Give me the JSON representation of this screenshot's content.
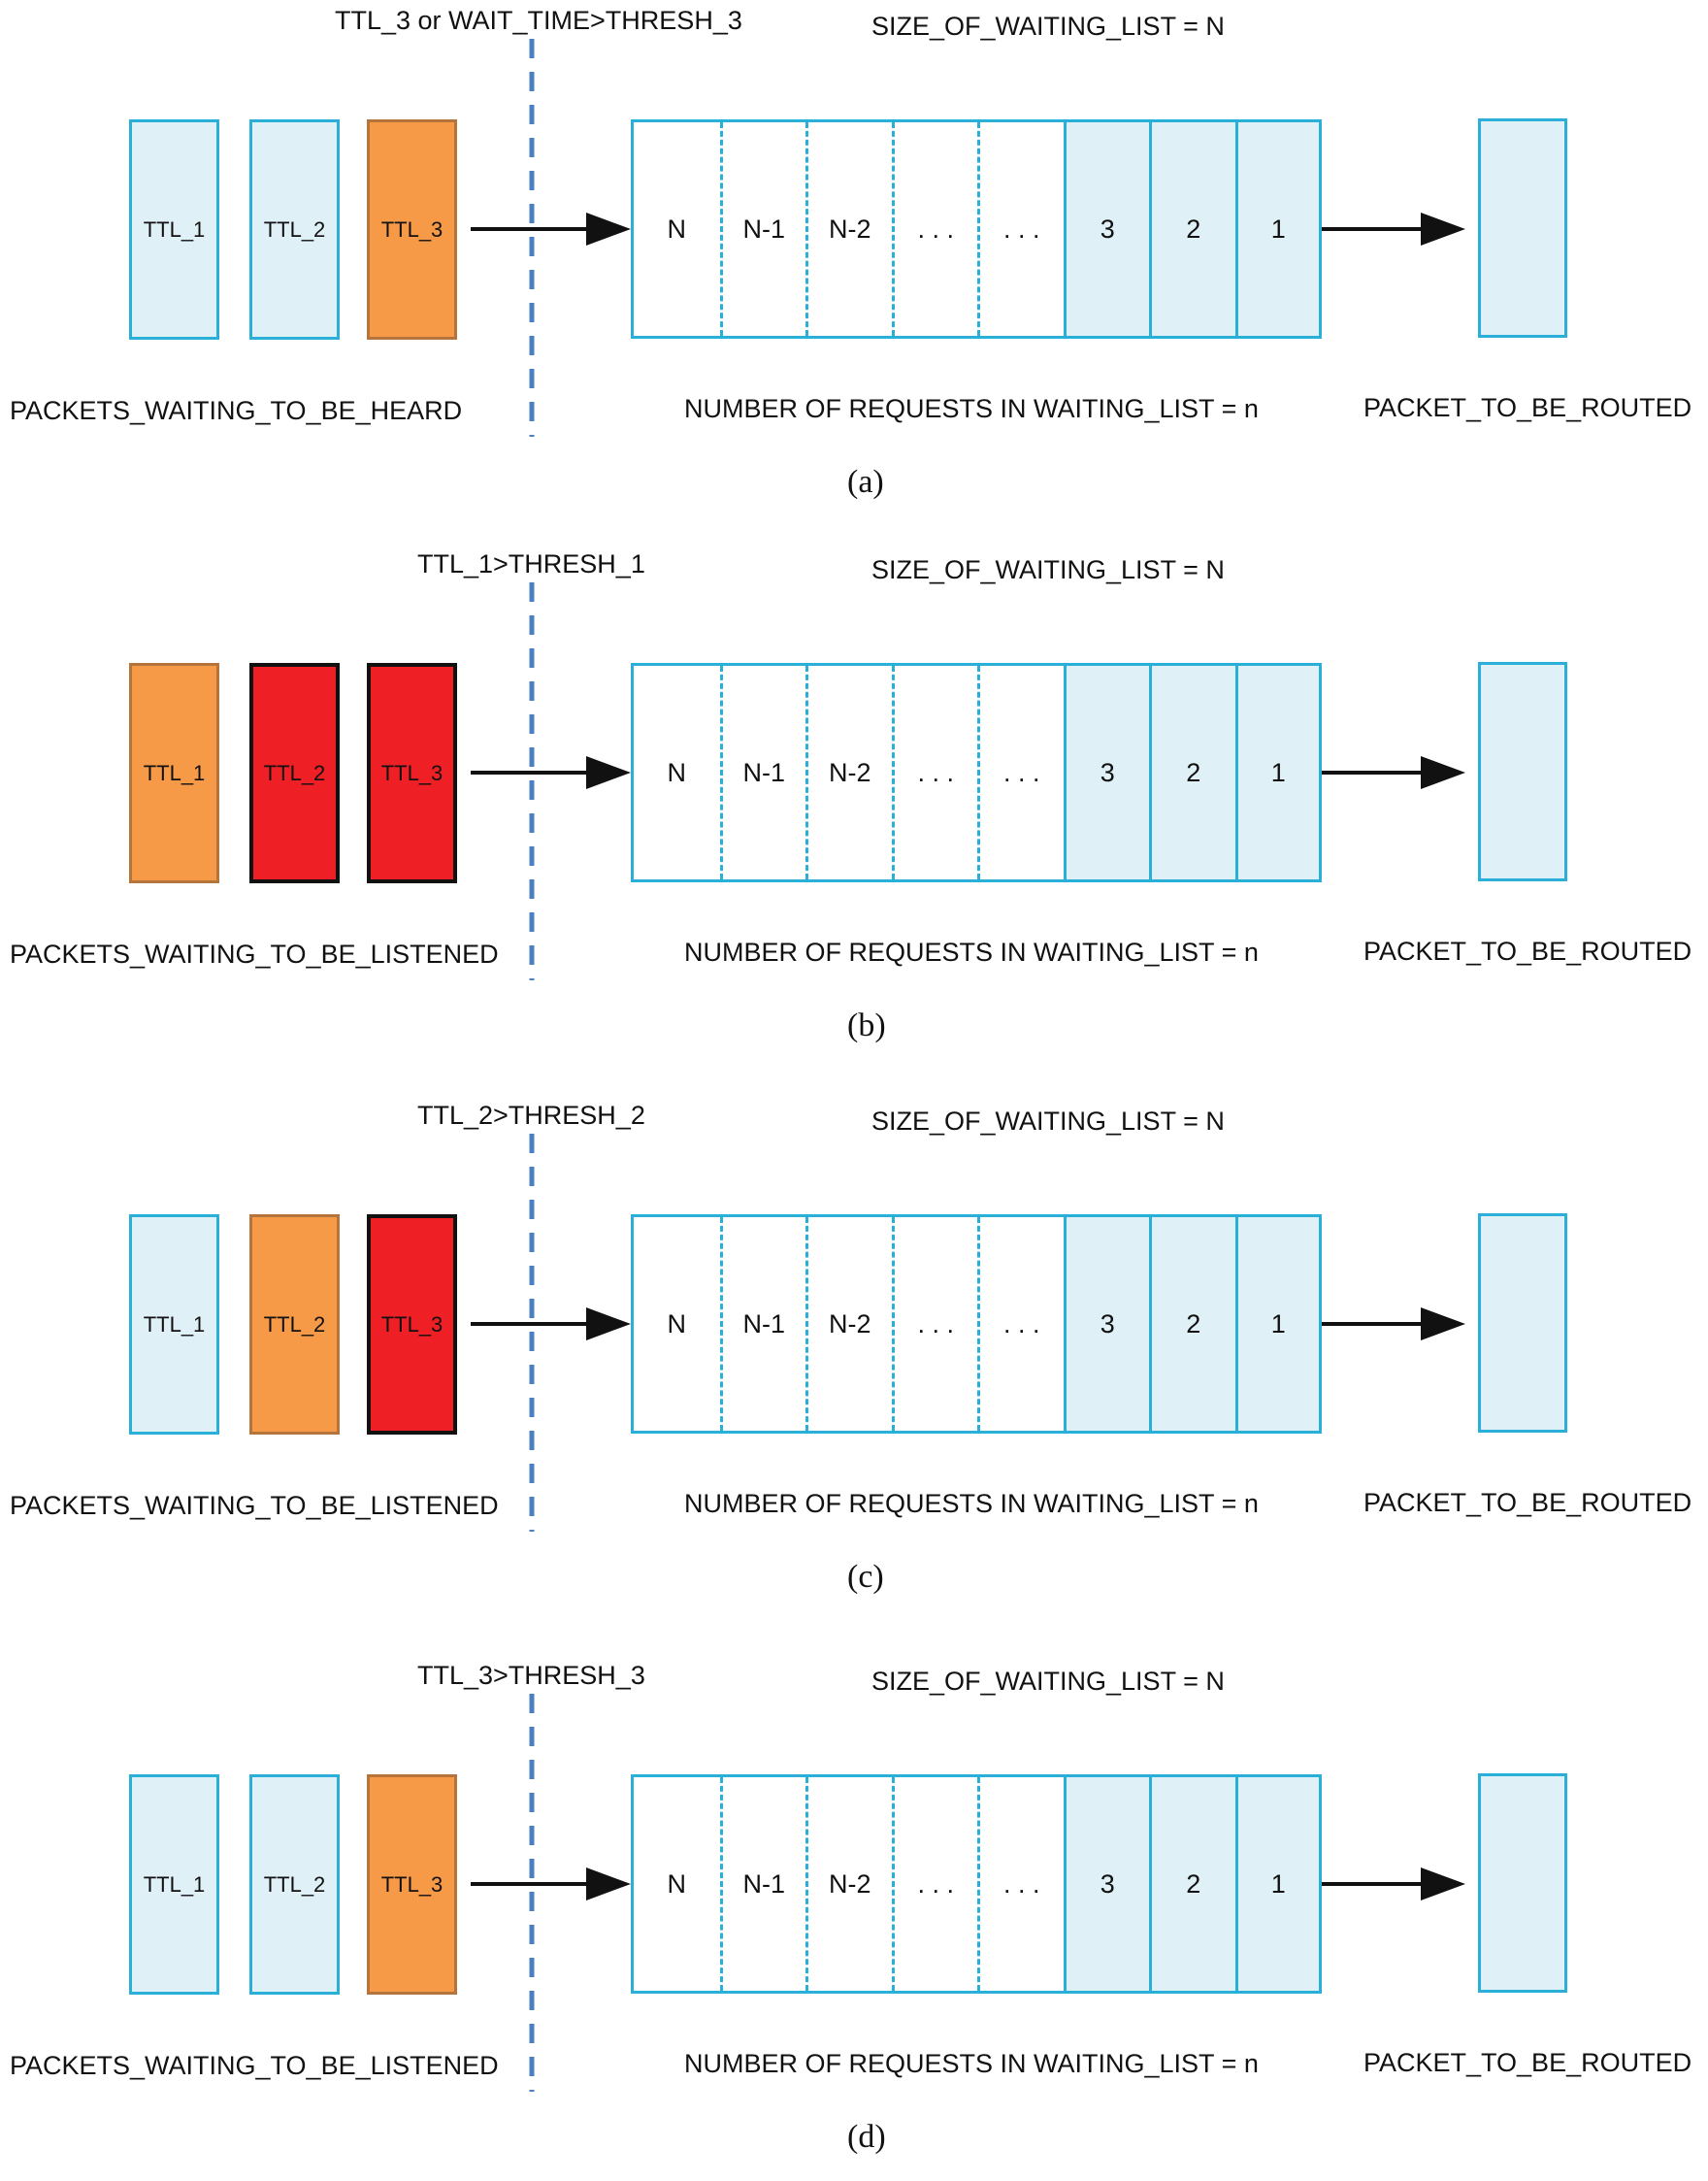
{
  "labels": {
    "size_of_waiting_list": "SIZE_OF_WAITING_LIST = N",
    "number_of_requests": "NUMBER OF REQUESTS IN WAITING_LIST = n",
    "packet_to_be_routed": "PACKET_TO_BE_ROUTED"
  },
  "queue_cells": [
    "N",
    "N-1",
    "N-2",
    ". . .",
    ". . .",
    "3",
    "2",
    "1"
  ],
  "colors": {
    "normal_fill": "#dff0f6",
    "border_blue": "#2ab0d8",
    "active_fill": "#f79a48",
    "expired_fill": "#ee1f25",
    "threshold_line": "#4a7fc1"
  },
  "panels": [
    {
      "condition": "TTL_3 or WAIT_TIME>THRESH_3",
      "packets_label": "PACKETS_WAITING_TO_BE_HEARD",
      "caption": "(a)",
      "packets": [
        {
          "label": "TTL_1",
          "state": "normal"
        },
        {
          "label": "TTL_2",
          "state": "normal"
        },
        {
          "label": "TTL_3",
          "state": "active"
        }
      ]
    },
    {
      "condition": "TTL_1>THRESH_1",
      "packets_label": "PACKETS_WAITING_TO_BE_LISTENED",
      "caption": "(b)",
      "packets": [
        {
          "label": "TTL_1",
          "state": "active"
        },
        {
          "label": "TTL_2",
          "state": "expired"
        },
        {
          "label": "TTL_3",
          "state": "expired"
        }
      ]
    },
    {
      "condition": "TTL_2>THRESH_2",
      "packets_label": "PACKETS_WAITING_TO_BE_LISTENED",
      "caption": "(c)",
      "packets": [
        {
          "label": "TTL_1",
          "state": "normal"
        },
        {
          "label": "TTL_2",
          "state": "active"
        },
        {
          "label": "TTL_3",
          "state": "expired"
        }
      ]
    },
    {
      "condition": "TTL_3>THRESH_3",
      "packets_label": "PACKETS_WAITING_TO_BE_LISTENED",
      "caption": "(d)",
      "packets": [
        {
          "label": "TTL_1",
          "state": "normal"
        },
        {
          "label": "TTL_2",
          "state": "normal"
        },
        {
          "label": "TTL_3",
          "state": "active"
        }
      ]
    }
  ]
}
